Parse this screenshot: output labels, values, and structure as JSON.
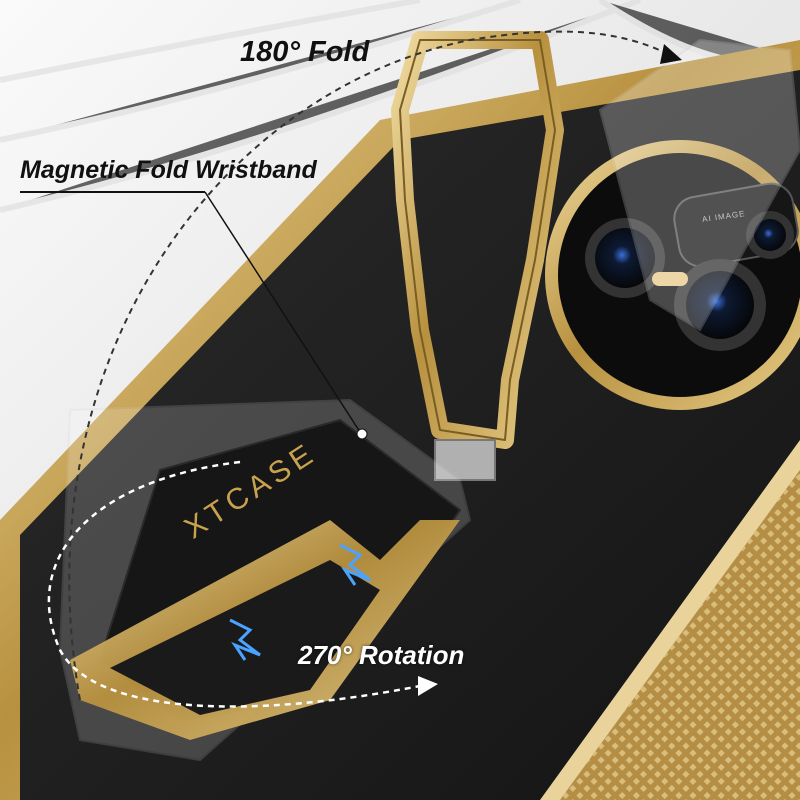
{
  "annotations": {
    "fold_label": "180° Fold",
    "wristband_label": "Magnetic Fold Wristband",
    "rotation_label": "270° Rotation"
  },
  "product": {
    "brand_text": "XTCASE",
    "camera_text": "AI IMAGE"
  },
  "colors": {
    "leather": "#1c1c1c",
    "gold": "#c9a24e",
    "background": "#f1f1f1",
    "lightning": "#4aa3ff"
  },
  "icons": [
    "lightning-bolt-icon",
    "arrow-head-icon"
  ]
}
